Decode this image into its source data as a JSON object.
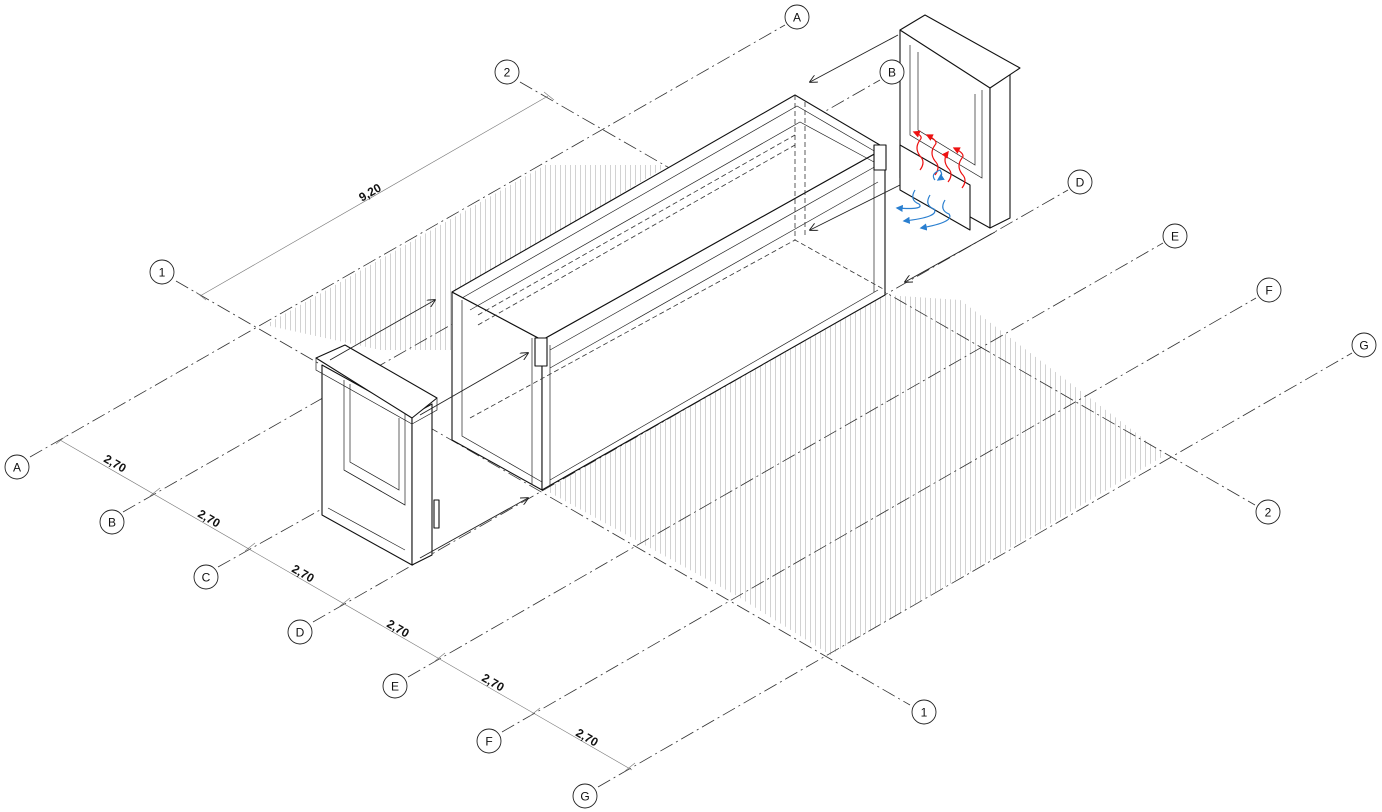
{
  "grid_axes": {
    "letters": [
      "A",
      "B",
      "C",
      "D",
      "E",
      "F",
      "G"
    ],
    "numbers": [
      "1",
      "2"
    ]
  },
  "dimensions": {
    "length": "9,20",
    "bays": [
      "2,70",
      "2,70",
      "2,70",
      "2,70",
      "2,70",
      "2,70"
    ]
  },
  "colors": {
    "warm_air": "#e11111",
    "cool_air": "#2a7fd0",
    "line": "#111111"
  }
}
